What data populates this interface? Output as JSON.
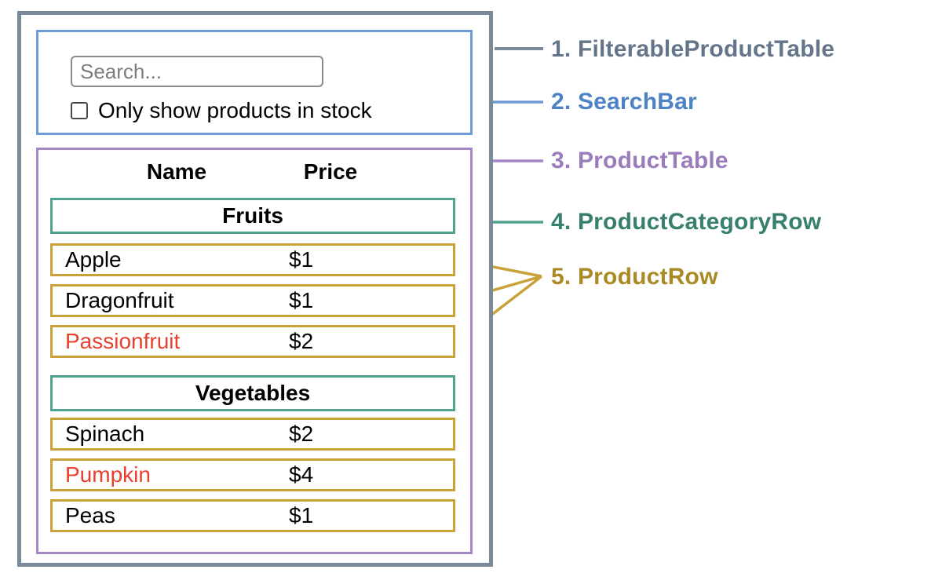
{
  "search_bar": {
    "placeholder": "Search...",
    "checkbox_label": "Only show products in stock",
    "checkbox_checked": false
  },
  "product_table": {
    "columns": [
      "Name",
      "Price"
    ],
    "sections": [
      {
        "category": "Fruits",
        "rows": [
          {
            "name": "Apple",
            "price": "$1",
            "highlighted_red": false
          },
          {
            "name": "Dragonfruit",
            "price": "$1",
            "highlighted_red": false
          },
          {
            "name": "Passionfruit",
            "price": "$2",
            "highlighted_red": true
          }
        ]
      },
      {
        "category": "Vegetables",
        "rows": [
          {
            "name": "Spinach",
            "price": "$2",
            "highlighted_red": false
          },
          {
            "name": "Pumpkin",
            "price": "$4",
            "highlighted_red": true
          },
          {
            "name": "Peas",
            "price": "$1",
            "highlighted_red": false
          }
        ]
      }
    ]
  },
  "legend": [
    {
      "label": "1. FilterableProductTable",
      "color": "#64758a"
    },
    {
      "label": "2. SearchBar",
      "color": "#4d82c4"
    },
    {
      "label": "3. ProductTable",
      "color": "#9a7cbd"
    },
    {
      "label": "4. ProductCategoryRow",
      "color": "#37806e"
    },
    {
      "label": "5. ProductRow",
      "color": "#a98a25"
    }
  ],
  "colors": {
    "outer_border": "#7b8a99",
    "searchbar_border": "#6d9bd3",
    "table_border": "#a687c6",
    "category_border": "#4fa28e",
    "product_row_border": "#c9a23a",
    "red_text": "#e8402d"
  }
}
